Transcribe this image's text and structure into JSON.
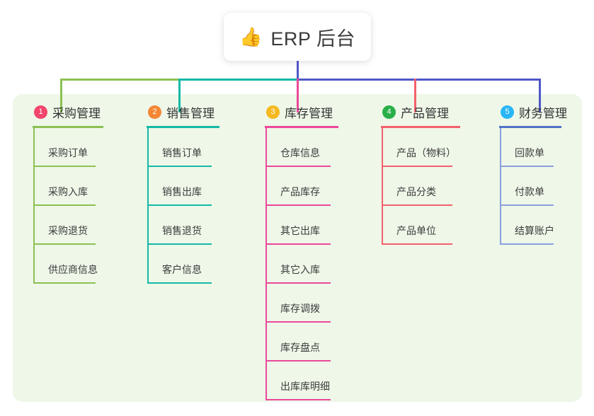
{
  "root": {
    "icon": "thumbs-up-icon",
    "emoji": "👍",
    "title": "ERP 后台"
  },
  "panel": {
    "background_color": "#eef7e8"
  },
  "connector": {
    "root_stem_color": "#5058c8",
    "bus_segments": [
      {
        "color": "#8cc152"
      },
      {
        "color": "#14b9a6"
      },
      {
        "color": "#5058c8"
      }
    ]
  },
  "columns": [
    {
      "number": "1",
      "title": "采购管理",
      "badge_color": "#f2456b",
      "rule_color": "#8cc152",
      "line_color": "#8cc152",
      "items": [
        {
          "label": "采购订单"
        },
        {
          "label": "采购入库"
        },
        {
          "label": "采购退货"
        },
        {
          "label": "供应商信息"
        }
      ]
    },
    {
      "number": "2",
      "title": "销售管理",
      "badge_color": "#f58634",
      "rule_color": "#14b9a6",
      "line_color": "#14b9a6",
      "items": [
        {
          "label": "销售订单"
        },
        {
          "label": "销售出库"
        },
        {
          "label": "销售退货"
        },
        {
          "label": "客户信息"
        }
      ]
    },
    {
      "number": "3",
      "title": "库存管理",
      "badge_color": "#f5b921",
      "rule_color": "#ec4899",
      "line_color": "#ec4899",
      "items": [
        {
          "label": "仓库信息"
        },
        {
          "label": "产品库存"
        },
        {
          "label": "其它出库"
        },
        {
          "label": "其它入库"
        },
        {
          "label": "库存调拨"
        },
        {
          "label": "库存盘点"
        },
        {
          "label": "出库库明细"
        }
      ]
    },
    {
      "number": "4",
      "title": "产品管理",
      "badge_color": "#29af48",
      "rule_color": "#f4606c",
      "line_color": "#f4606c",
      "items": [
        {
          "label": "产品（物料）"
        },
        {
          "label": "产品分类"
        },
        {
          "label": "产品单位"
        }
      ]
    },
    {
      "number": "5",
      "title": "财务管理",
      "badge_color": "#29b6f6",
      "rule_color": "#5171c9",
      "line_color": "#8aa0dd",
      "items": [
        {
          "label": "回款单"
        },
        {
          "label": "付款单"
        },
        {
          "label": "结算账户"
        }
      ]
    }
  ]
}
